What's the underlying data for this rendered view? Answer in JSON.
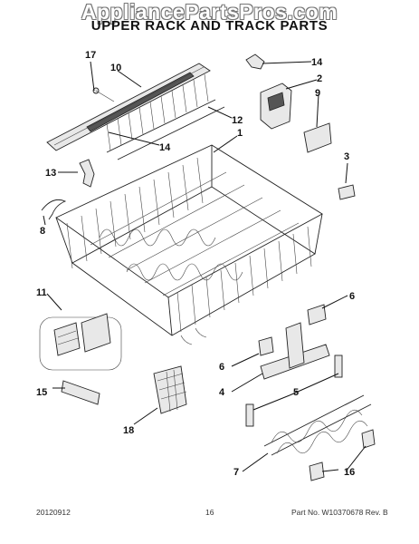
{
  "watermark": "AppliancePartsPros.com",
  "title": "UPPER RACK AND TRACK PARTS",
  "footer": {
    "date": "20120912",
    "page": "16",
    "part_no": "Part No.  W10370678  Rev. B"
  },
  "callouts": {
    "c17": "17",
    "c10": "10",
    "c14a": "14",
    "c2": "2",
    "c9": "9",
    "c12": "12",
    "c1": "1",
    "c14b": "14",
    "c13": "13",
    "c3": "3",
    "c8": "8",
    "c11": "11",
    "c6a": "6",
    "c6b": "6",
    "c4": "4",
    "c5": "5",
    "c15": "15",
    "c18": "18",
    "c7": "7",
    "c16": "16"
  }
}
